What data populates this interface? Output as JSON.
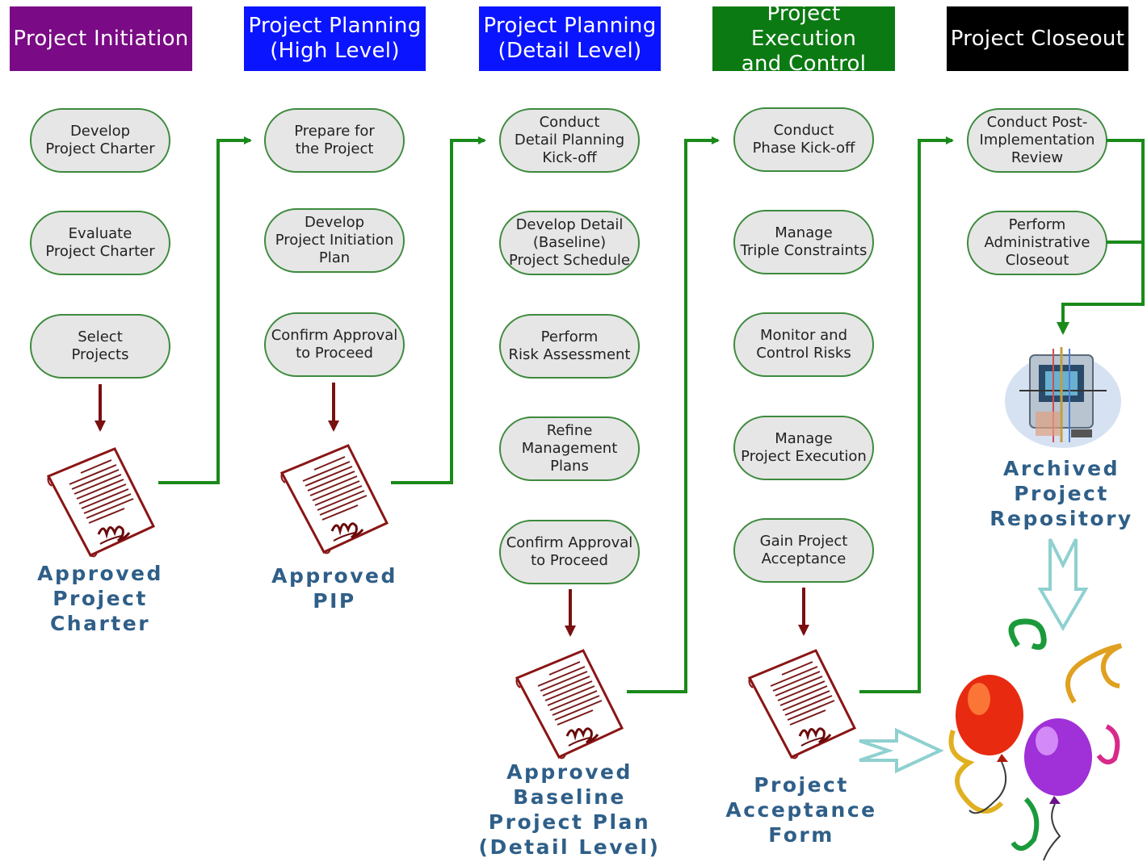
{
  "colors": {
    "initiation": "#7a0a85",
    "planning": "#0b14ff",
    "execution": "#0c7a12",
    "closeout": "#000000",
    "connector": "#1a8a1a",
    "doc_arrow": "#7a1010",
    "label_text": "#2f5f88"
  },
  "phases": [
    {
      "lines": [
        "Project Initiation"
      ]
    },
    {
      "lines": [
        "Project Planning",
        "(High Level)"
      ]
    },
    {
      "lines": [
        "Project Planning",
        "(Detail Level)"
      ]
    },
    {
      "lines": [
        "Project Execution",
        "and Control"
      ]
    },
    {
      "lines": [
        "Project Closeout"
      ]
    }
  ],
  "steps": {
    "initiation": [
      {
        "lines": [
          "Develop",
          "Project Charter"
        ]
      },
      {
        "lines": [
          "Evaluate",
          "Project Charter"
        ]
      },
      {
        "lines": [
          "Select",
          "Projects"
        ]
      }
    ],
    "planning_high": [
      {
        "lines": [
          "Prepare for",
          "the Project"
        ]
      },
      {
        "lines": [
          "Develop",
          "Project Initiation",
          "Plan"
        ]
      },
      {
        "lines": [
          "Confirm Approval",
          "to Proceed"
        ]
      }
    ],
    "planning_detail": [
      {
        "lines": [
          "Conduct",
          "Detail Planning",
          "Kick-off"
        ]
      },
      {
        "lines": [
          "Develop Detail",
          "(Baseline)",
          "Project Schedule"
        ]
      },
      {
        "lines": [
          "Perform",
          "Risk Assessment"
        ]
      },
      {
        "lines": [
          "Refine",
          "Management",
          "Plans"
        ]
      },
      {
        "lines": [
          "Confirm Approval",
          "to Proceed"
        ]
      }
    ],
    "execution": [
      {
        "lines": [
          "Conduct",
          "Phase Kick-off"
        ]
      },
      {
        "lines": [
          "Manage",
          "Triple Constraints"
        ]
      },
      {
        "lines": [
          "Monitor and",
          "Control Risks"
        ]
      },
      {
        "lines": [
          "Manage",
          "Project Execution"
        ]
      },
      {
        "lines": [
          "Gain Project",
          "Acceptance"
        ]
      }
    ],
    "closeout": [
      {
        "lines": [
          "Conduct Post-",
          "Implementation",
          "Review"
        ]
      },
      {
        "lines": [
          "Perform",
          "Administrative",
          "Closeout"
        ]
      }
    ]
  },
  "documents": [
    {
      "lines": [
        "Approved",
        "Project",
        "Charter"
      ]
    },
    {
      "lines": [
        "Approved",
        "PIP"
      ]
    },
    {
      "lines": [
        "Approved",
        "Baseline",
        "Project Plan",
        "(Detail Level)"
      ]
    },
    {
      "lines": [
        "Project",
        "Acceptance",
        "Form"
      ]
    },
    {
      "lines": [
        "Archived",
        "Project",
        "Repository"
      ]
    }
  ],
  "icons": [
    "signed-document-icon",
    "computer-repository-icon",
    "celebration-balloons-icon"
  ]
}
